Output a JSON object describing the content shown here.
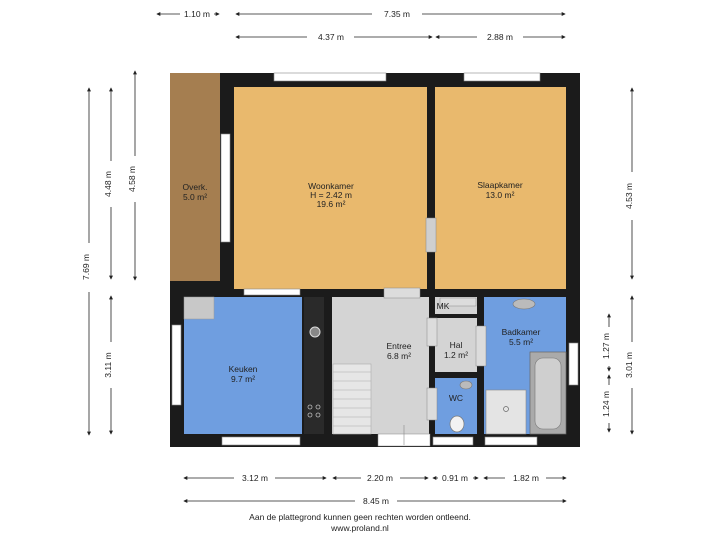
{
  "dimensions": {
    "top_1": "1.10 m",
    "top_2": "7.35 m",
    "top_3": "4.37 m",
    "top_4": "2.88 m",
    "left_1": "7.69 m",
    "left_2": "4.48 m",
    "left_3": "4.58 m",
    "left_4": "3.11 m",
    "right_1": "4.53 m",
    "right_2": "3.01 m",
    "right_3": "1.27 m",
    "right_4": "1.24 m",
    "bottom_1": "3.12 m",
    "bottom_2": "2.20 m",
    "bottom_3": "0.91 m",
    "bottom_4": "1.82 m",
    "bottom_total": "8.45 m"
  },
  "rooms": {
    "overk": {
      "name": "Overk.",
      "area": "5.0 m²"
    },
    "woonkamer": {
      "name": "Woonkamer",
      "height": "H = 2.42 m",
      "area": "19.6 m²"
    },
    "slaapkamer": {
      "name": "Slaapkamer",
      "area": "13.0 m²"
    },
    "keuken": {
      "name": "Keuken",
      "area": "9.7 m²"
    },
    "entree": {
      "name": "Entree",
      "area": "6.8 m²"
    },
    "mk": {
      "name": "MK"
    },
    "hal": {
      "name": "Hal",
      "area": "1.2 m²"
    },
    "badkamer": {
      "name": "Badkamer",
      "area": "5.5 m²"
    },
    "wc": {
      "name": "WC"
    }
  },
  "colors": {
    "living": "#e9b96d",
    "kitchen": "#6f9ee0",
    "hall": "#d4d4d4",
    "porch": "#a57e50",
    "wall": "#1b1b1b"
  },
  "footer": {
    "line1": "Aan de plattegrond kunnen geen rechten worden ontleend.",
    "line2": "www.proland.nl"
  }
}
